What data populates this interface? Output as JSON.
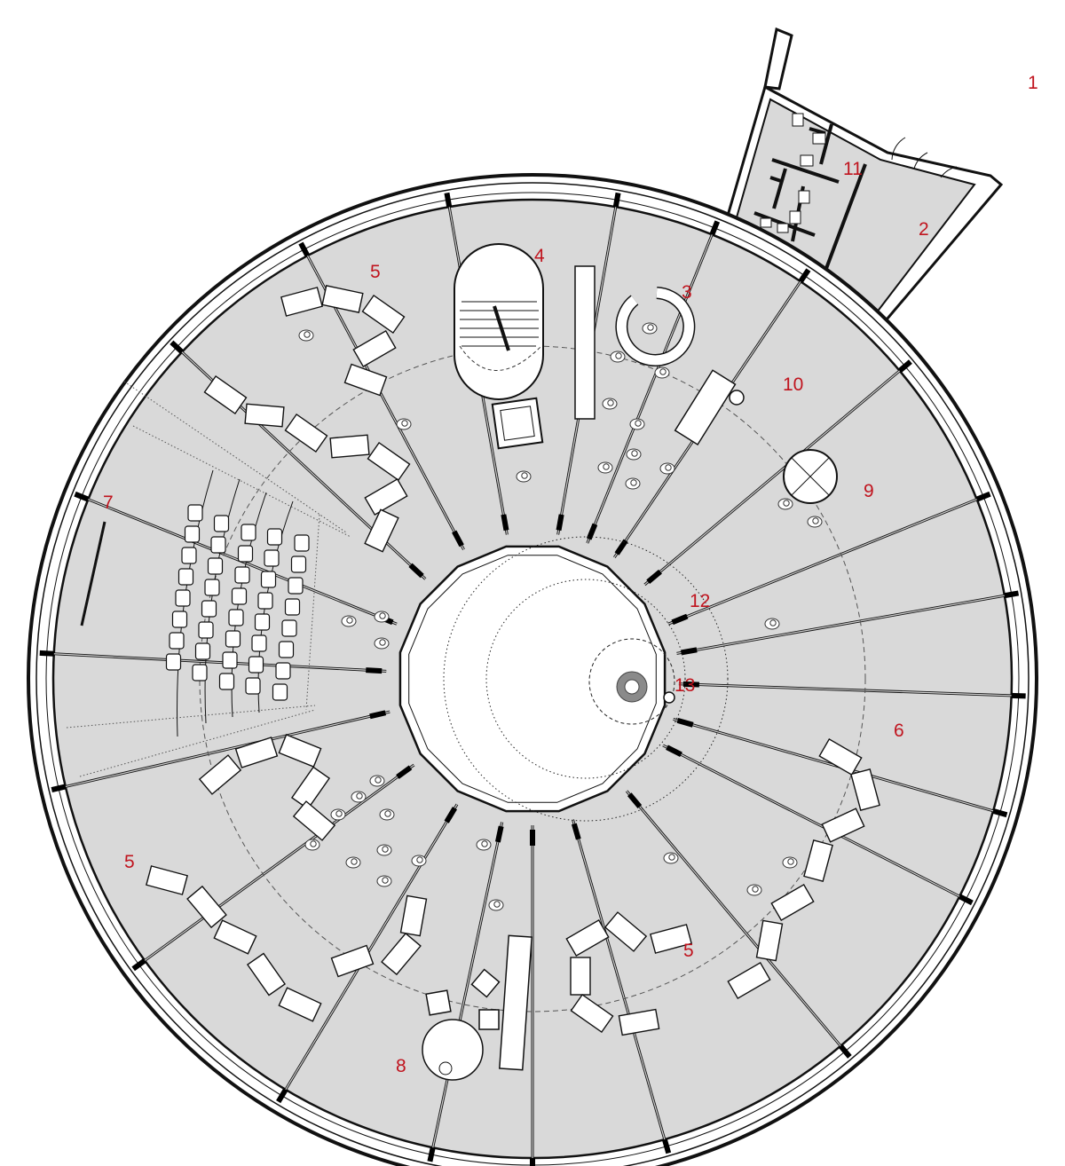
{
  "colors": {
    "floor": "#d9d9d9",
    "wall": "#111111",
    "label": "#c0141e",
    "furniture": "#ffffff",
    "court": "#ffffff"
  },
  "plan": {
    "labels": {
      "l1": "1",
      "l2": "2",
      "l3": "3",
      "l4": "4",
      "l5a": "5",
      "l5b": "5",
      "l5c": "5",
      "l6": "6",
      "l7": "7",
      "l8": "8",
      "l9": "9",
      "l10": "10",
      "l11": "11",
      "l12": "12",
      "l13": "13"
    },
    "icons": [
      "person-icon",
      "toilet-icon",
      "door-swing-icon",
      "stair-icon",
      "chair-icon",
      "table-icon"
    ]
  }
}
